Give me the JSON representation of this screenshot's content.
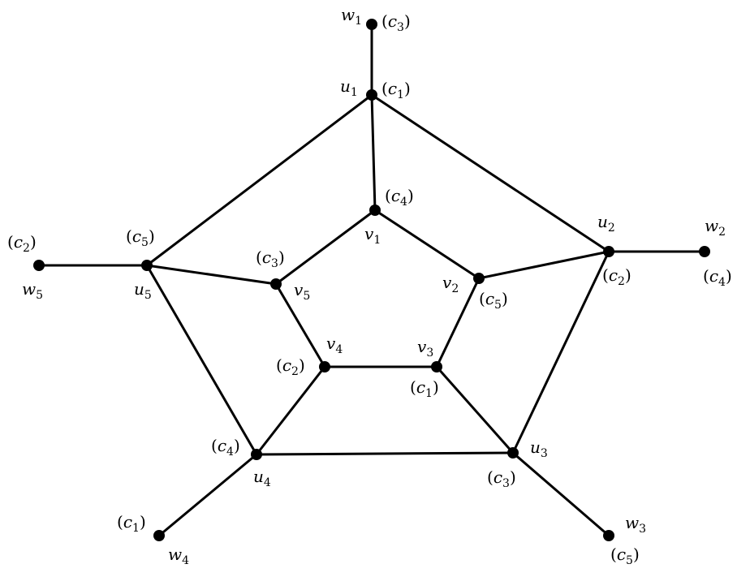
{
  "graph": {
    "vertices": [
      {
        "id": "w1",
        "letter": "w",
        "index": "1",
        "color_index": "3"
      },
      {
        "id": "u1",
        "letter": "u",
        "index": "1",
        "color_index": "1"
      },
      {
        "id": "v1",
        "letter": "v",
        "index": "1",
        "color_index": "4"
      },
      {
        "id": "u2",
        "letter": "u",
        "index": "2",
        "color_index": "2"
      },
      {
        "id": "w2",
        "letter": "w",
        "index": "2",
        "color_index": "4"
      },
      {
        "id": "v2",
        "letter": "v",
        "index": "2",
        "color_index": "5"
      },
      {
        "id": "v5",
        "letter": "v",
        "index": "5",
        "color_index": "3"
      },
      {
        "id": "u5",
        "letter": "u",
        "index": "5",
        "color_index": "5"
      },
      {
        "id": "w5",
        "letter": "w",
        "index": "5",
        "color_index": "2"
      },
      {
        "id": "v4",
        "letter": "v",
        "index": "4",
        "color_index": "2"
      },
      {
        "id": "v3",
        "letter": "v",
        "index": "3",
        "color_index": "1"
      },
      {
        "id": "u4",
        "letter": "u",
        "index": "4",
        "color_index": "4"
      },
      {
        "id": "u3",
        "letter": "u",
        "index": "3",
        "color_index": "3"
      },
      {
        "id": "w4",
        "letter": "w",
        "index": "4",
        "color_index": "1"
      },
      {
        "id": "w3",
        "letter": "w",
        "index": "3",
        "color_index": "5"
      }
    ],
    "edges": [
      [
        "w1",
        "u1"
      ],
      [
        "u1",
        "v1"
      ],
      [
        "u1",
        "u2"
      ],
      [
        "u1",
        "u5"
      ],
      [
        "u2",
        "w2"
      ],
      [
        "u2",
        "v2"
      ],
      [
        "u2",
        "u3"
      ],
      [
        "u5",
        "w5"
      ],
      [
        "u5",
        "v5"
      ],
      [
        "u5",
        "u4"
      ],
      [
        "u4",
        "w4"
      ],
      [
        "u4",
        "v4"
      ],
      [
        "u4",
        "u3"
      ],
      [
        "u3",
        "w3"
      ],
      [
        "u3",
        "v3"
      ],
      [
        "v1",
        "v2"
      ],
      [
        "v2",
        "v3"
      ],
      [
        "v3",
        "v4"
      ],
      [
        "v4",
        "v5"
      ],
      [
        "v5",
        "v1"
      ]
    ]
  }
}
